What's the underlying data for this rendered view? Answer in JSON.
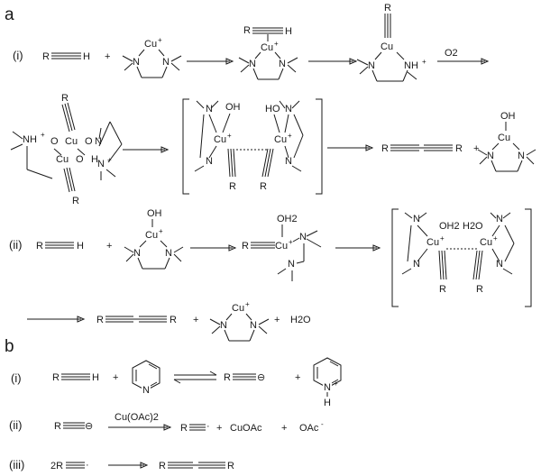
{
  "parts": {
    "a": "a",
    "b": "b"
  },
  "steps": {
    "i": "(i)",
    "ii": "(ii)",
    "iii": "(iii)"
  },
  "atoms": {
    "R": "R",
    "H": "H",
    "N": "N",
    "NH": "NH",
    "Cu": "Cu",
    "O": "O",
    "OH": "OH",
    "HO": "HO",
    "OH2": "OH2",
    "H2O": "H2O",
    "plus_sup": "+",
    "minus_sup": "-",
    "minus_circle": "⊖",
    "radical": "·",
    "twoR": "2R"
  },
  "ops": {
    "plus": "+"
  },
  "reagents": {
    "O2": "O2",
    "CuOAc2": "Cu(OAc)2",
    "CuOAc": "CuOAc",
    "OAc": "OAc"
  }
}
